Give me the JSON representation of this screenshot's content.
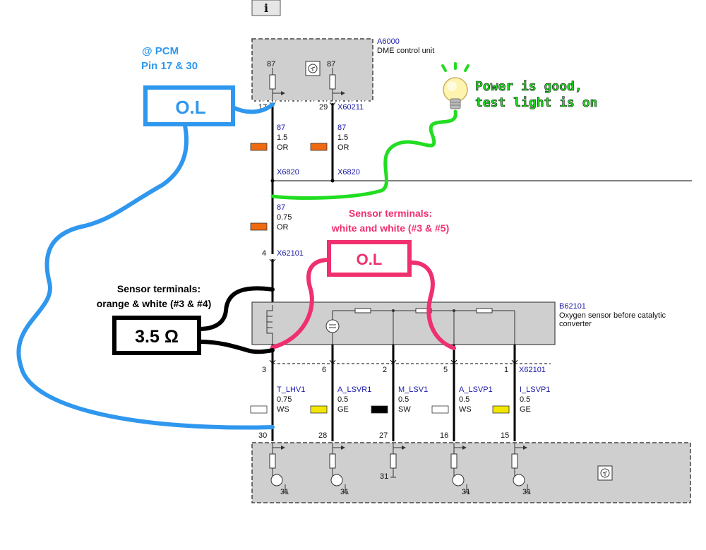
{
  "info_button": {
    "label": "i"
  },
  "dme": {
    "id": "A6000",
    "name": "DME control unit",
    "pin_labels": [
      "87",
      "87"
    ],
    "pins": [
      "17",
      "29"
    ],
    "connector": "X60211"
  },
  "upper_wires": [
    {
      "circuit": "87",
      "size": "1.5",
      "color": "OR"
    },
    {
      "circuit": "87",
      "size": "1.5",
      "color": "OR"
    }
  ],
  "splice_connector": [
    "X6820",
    "X6820"
  ],
  "mid_wire": {
    "circuit": "87",
    "size": "0.75",
    "color": "OR",
    "pin": "4",
    "connector": "X62101"
  },
  "sensor": {
    "id": "B62101",
    "name_line1": "Oxygen sensor before catalytic",
    "name_line2": "converter",
    "pins": [
      "3",
      "6",
      "2",
      "5",
      "1"
    ],
    "connector": "X62101"
  },
  "lower_wires": [
    {
      "circuit": "T_LHV1",
      "size": "0.75",
      "color": "WS",
      "pcm_pin": "30"
    },
    {
      "circuit": "A_LSVR1",
      "size": "0.5",
      "color": "GE",
      "pcm_pin": "28"
    },
    {
      "circuit": "M_LSV1",
      "size": "0.5",
      "color": "SW",
      "pcm_pin": "27"
    },
    {
      "circuit": "A_LSVP1",
      "size": "0.5",
      "color": "WS",
      "pcm_pin": "16"
    },
    {
      "circuit": "I_LSVP1",
      "size": "0.5",
      "color": "GE",
      "pcm_pin": "15"
    }
  ],
  "bottom_unit": {
    "ground_labels": [
      "31",
      "31",
      "31",
      "31",
      "31"
    ]
  },
  "annotations": {
    "pcm_line1": "@ PCM",
    "pcm_line2": "Pin 17 & 30",
    "ol_blue": "O.L",
    "power_line1": "Power is good,",
    "power_line2": "test light is on",
    "sensor_pink_line1": "Sensor terminals:",
    "sensor_pink_line2": "white and white (#3 & #5)",
    "ol_pink": "O.L",
    "sensor_black_line1": "Sensor terminals:",
    "sensor_black_line2": "orange & white (#3 & #4)",
    "resistance": "3.5 Ω"
  },
  "colors": {
    "orange_wire": "#f06a10",
    "yellow_wire": "#f2e600",
    "black_wire": "#000000",
    "white_wire": "#ffffff",
    "blue_annot": "#2f97ee",
    "pink_annot": "#f0306e",
    "green_annot": "#22dd22",
    "component_fill": "#cfcfcf"
  }
}
